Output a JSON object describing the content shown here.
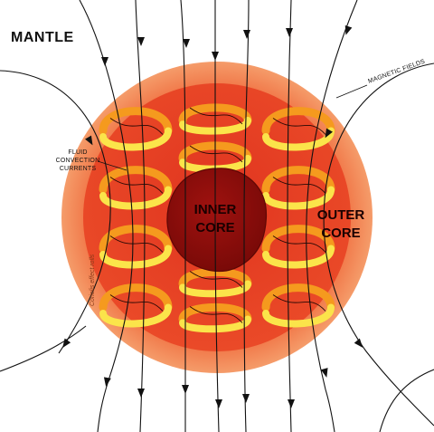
{
  "labels": {
    "mantle": "MANTLE",
    "magnetic_fields": "MAGNETIC FIELDS",
    "fluid_line1": "FLUID",
    "fluid_line2": "CONVECTION",
    "fluid_line3": "CURRENTS",
    "inner_line1": "INNER",
    "inner_line2": "CORE",
    "outer_line1": "OUTER",
    "outer_line2": "CORE",
    "coriolis": "Coriolis effect rolls"
  },
  "colors": {
    "background": "#ffffff",
    "mantle_glow": "#f08a55",
    "outer_core": "#e8402a",
    "outer_core_rim": "#f25a32",
    "inner_core": "#8c0d0b",
    "spiral_light": "#fbe44a",
    "spiral_dark": "#f59a1e",
    "field_lines": "#111111"
  },
  "icons": {
    "arrowheads": "arrow-head-icon"
  }
}
